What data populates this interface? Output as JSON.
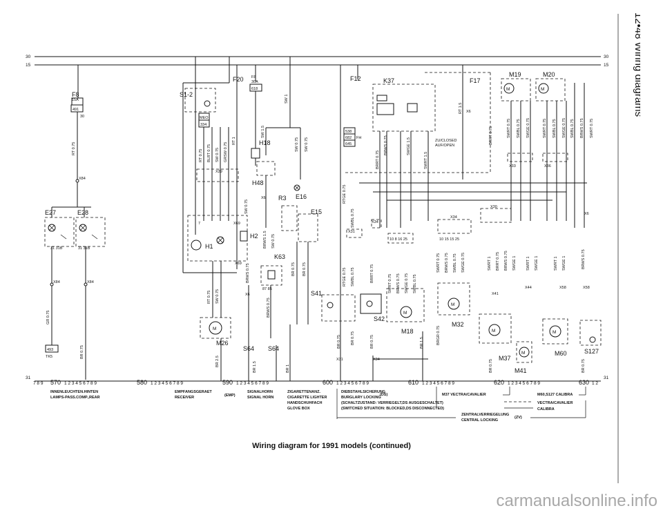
{
  "page_header": "12•48 Wiring diagrams",
  "caption": "Wiring diagram for 1991 models (continued)",
  "watermark": "carmanualsonline.info",
  "bus_labels": {
    "b30": "30",
    "b15": "15",
    "b31": "31"
  },
  "fuses": {
    "f8_left": "F8",
    "f8_left_rating": "15A",
    "f8_left_num": "491",
    "f20": "F20",
    "f8_mid": "F8",
    "f8_mid_rating": "30A",
    "f8_mid_num": "618",
    "f12": "F12",
    "f17": "F17"
  },
  "components": {
    "e27": "E27",
    "e28": "E28",
    "h1": "H1",
    "h2": "H2",
    "h18": "H18",
    "h48": "H48",
    "r3": "R3",
    "e16": "E16",
    "e15": "E15",
    "k63": "K63",
    "k37": "K37",
    "m19": "M19",
    "m20": "M20",
    "m26": "M26",
    "m18": "M18",
    "m32": "M32",
    "m37": "M37",
    "m41": "M41",
    "m60": "M60",
    "s1_2": "S1-2",
    "s41": "S41",
    "s42": "S42",
    "s64": "S64",
    "s64b": "S64",
    "s127": "S127"
  },
  "connectors": {
    "x84": "X84",
    "x69": "X69",
    "x29": "X29",
    "x6": "X6",
    "x30": "X30",
    "x31": "X31",
    "x34": "X34",
    "x33": "X33",
    "x36": "X36",
    "x41": "X41",
    "x44": "X44",
    "x58": "X58",
    "tk5": "TK5",
    "p493": "493",
    "p334": "334",
    "p538": "538",
    "p682": "682",
    "p645": "645",
    "meo": "MEO",
    "fh": "FH"
  },
  "wires": {
    "rt075": "RT 0.75",
    "blrt075": "BLRT 0.75",
    "sw075": "SW 0.75",
    "grsw075": "GRSW 0.75",
    "rt1": "RT 1",
    "sw15": "SW 1.5",
    "sw1": "SW 1",
    "brws15": "BRWS 1.5",
    "brws075": "BRWS 0.75",
    "br075": "BR 0.75",
    "br25": "BR 2.5",
    "br1": "BR 1",
    "br15": "BR 1.5",
    "rtge075": "RTGE 0.75",
    "swbl075": "SWBL 0.75",
    "swrt075": "SWRT 0.75",
    "swge075": "SWGE 0.75",
    "swge15": "SWGE 1.5",
    "swrt15": "SWRT 1.5",
    "brrt075": "BRRT 0.75",
    "swrt1": "SWRT 1",
    "swge1": "SWGE 1",
    "gr075": "GR 0.75",
    "brgr075": "BRGR 0.75"
  },
  "relay_notes": {
    "closed": "ZU/CLOSED",
    "open": "AUF/OPEN"
  },
  "ruler": {
    "r570": "570",
    "r580": "580",
    "r590": "590",
    "r600": "600",
    "r610": "610",
    "r620": "620",
    "r630": "630",
    "digits_a": "7  8  9",
    "digits_b": "1  2  3  4  5  6  7  8  9",
    "digits_end": "1  2"
  },
  "legend": {
    "l570_1": "INNENLEUCHTEN.HINTEN",
    "l570_2": "LAMPS-PASS.COMP.,REAR",
    "l590_1": "EMPFANGSGERAET",
    "l590_2": "RECEIVER",
    "l590_tag": "(EMP)",
    "l595_1": "SIGNALHORN",
    "l595_2": "SIGNAL HORN",
    "l600_1": "ZIGARETTENANZ.",
    "l600_2": "CIGARETTE LIGHTER",
    "l600_3": "HANDSCHUHFACH",
    "l600_4": "GLOVE BOX",
    "l605_1": "DIEBSTAHLSICHERUNG",
    "l605_tag": "(DS)",
    "l605_2": "BURGLARY LOCKING",
    "l605_3": "(SCHALTZUSTAND: VERRIEGELT,DS AUSGESCHALTET)",
    "l605_4": "(SWITCHED SITUATION: BLOCKED,DS DISCONNECTED)",
    "l615_1": "M37 VECTRA/CAVALIER",
    "l615_2": "M60,S127 CALIBRA",
    "l620_1": "ZENTRALVERRIEGELUNG",
    "l620_2": "CENTRAL LOCKING",
    "l620_tag": "(ZV)",
    "l625_1": "VECTRA/CAVALIER",
    "l625_2": "CALIBRA"
  }
}
